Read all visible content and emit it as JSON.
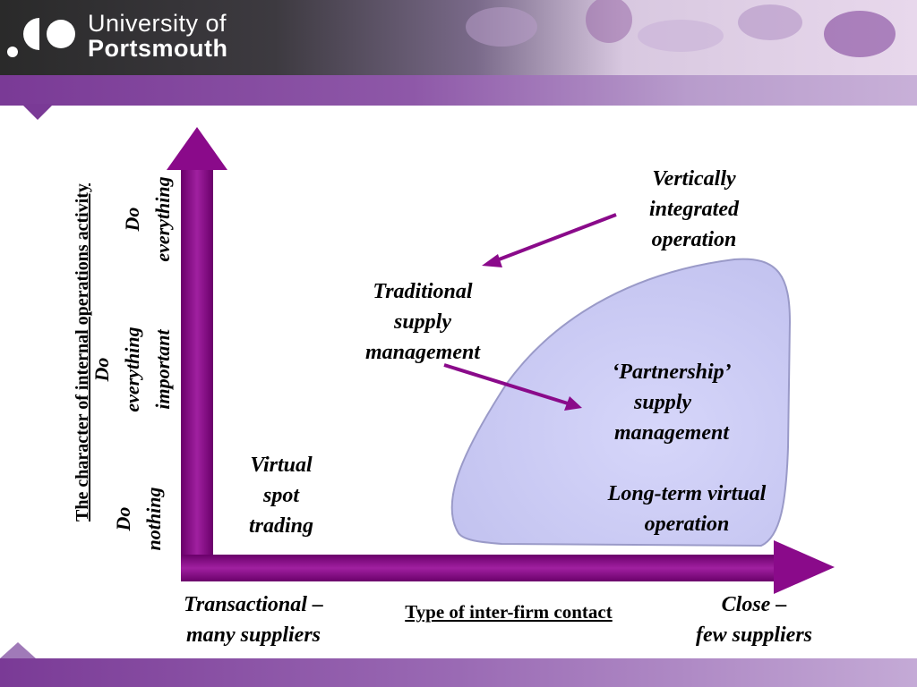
{
  "slide": {
    "logo": {
      "line1": "University of",
      "line2": "Portsmouth"
    }
  },
  "diagram": {
    "y_axis_title": "The character of internal operations activity",
    "x_axis_title": "Type of inter-firm contact",
    "y_levels": {
      "low": [
        "Do",
        "nothing"
      ],
      "mid": [
        "Do",
        "everything",
        "important"
      ],
      "high": [
        "Do",
        "everything"
      ]
    },
    "x_levels": {
      "low": [
        "Transactional –",
        "many suppliers"
      ],
      "high": [
        "Close –",
        "few suppliers"
      ]
    },
    "labels": {
      "vertically_integrated": [
        "Vertically",
        "integrated",
        "operation"
      ],
      "traditional": [
        "Traditional",
        "supply",
        "management"
      ],
      "partnership": [
        "‘Partnership’",
        "supply",
        "management"
      ],
      "long_term_virtual": [
        "Long-term virtual",
        "operation"
      ],
      "virtual_spot": [
        "Virtual",
        "spot",
        "trading"
      ]
    },
    "colors": {
      "axis": "#8a0a8a",
      "region_fill": "#ccccf5",
      "region_stroke": "#9a9ac8",
      "pointer": "#8a0a8a"
    }
  }
}
